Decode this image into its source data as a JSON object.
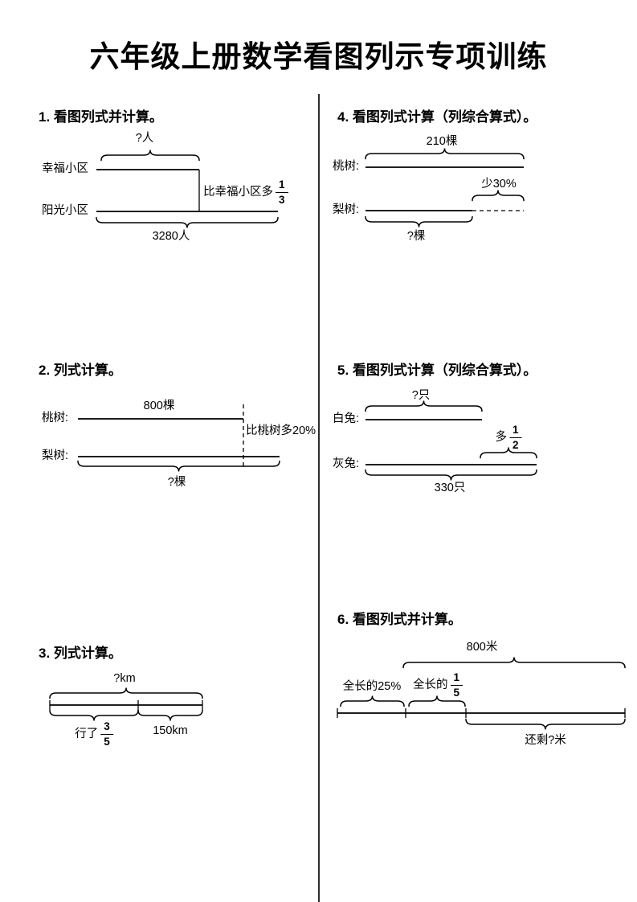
{
  "page": {
    "title": "六年级上册数学看图列示专项训练",
    "background_color": "#ffffff",
    "ink_color": "#000000"
  },
  "problems": {
    "p1": {
      "heading": "1. 看图列式并计算。",
      "top_label": "?人",
      "bar1_label": "幸福小区",
      "bar2_label": "阳光小区",
      "side_note_prefix": "比幸福小区多",
      "side_note_frac_num": "1",
      "side_note_frac_den": "3",
      "bottom_label": "3280人"
    },
    "p2": {
      "heading": "2. 列式计算。",
      "bar1_label": "桃树:",
      "bar1_value": "800棵",
      "bar2_label": "梨树:",
      "side_note": "比桃树多20%",
      "bottom_label": "?棵"
    },
    "p3": {
      "heading": "3. 列式计算。",
      "top_label": "?km",
      "seg1_prefix": "行了",
      "seg1_frac_num": "3",
      "seg1_frac_den": "5",
      "seg2_label": "150km"
    },
    "p4": {
      "heading": "4. 看图列式计算（列综合算式）。",
      "top_label": "210棵",
      "bar1_label": "桃树:",
      "bar2_label": "梨树:",
      "less_label": "少30%",
      "bottom_label": "?棵"
    },
    "p5": {
      "heading": "5. 看图列式计算（列综合算式）。",
      "top_label": "?只",
      "bar1_label": "白兔:",
      "bar2_label": "灰兔:",
      "more_prefix": "多",
      "more_frac_num": "1",
      "more_frac_den": "2",
      "bottom_label": "330只"
    },
    "p6": {
      "heading": "6. 看图列式并计算。",
      "top_label": "800米",
      "seg1_label": "全长的25%",
      "seg2_prefix": "全长的",
      "seg2_frac_num": "1",
      "seg2_frac_den": "5",
      "remain_label": "还剩?米"
    }
  }
}
